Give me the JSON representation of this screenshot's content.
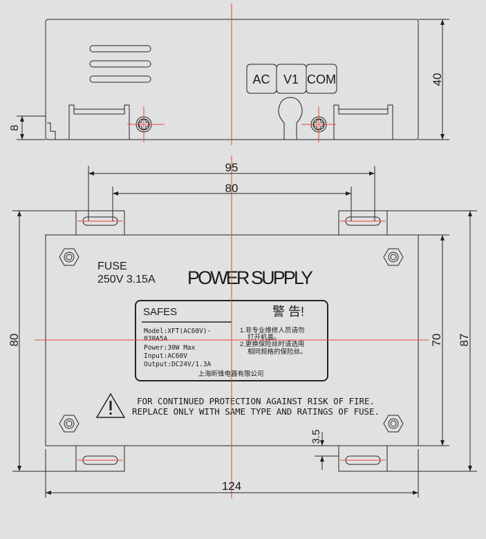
{
  "top_view": {
    "terminals": [
      "AC",
      "V1",
      "COM"
    ],
    "dim_height": "40",
    "dim_bracket": "8"
  },
  "bottom_view": {
    "fuse_line1": "FUSE",
    "fuse_line2": "250V 3.15A",
    "title": "POWER SUPPLY",
    "label": {
      "brand": "SAFES",
      "warning_title": "警  告!",
      "model_line1": "Model:XFT(AC60V)-",
      "model_line2": "030A5A",
      "power": "Power:30W Max",
      "input": "Input:AC60V",
      "output": "Output:DC24V/1.3A",
      "warn1a": "1.非专业维修人员请勿",
      "warn1b": "打开机盖。",
      "warn2a": "2.更换保险丝时请选用",
      "warn2b": "相同规格的保险丝。",
      "company": "上海昕锋电器有限公司"
    },
    "caution_line1": "FOR CONTINUED PROTECTION AGAINST RISK OF FIRE.",
    "caution_line2": "REPLACE ONLY WITH SAME TYPE AND RATINGS OF FUSE.",
    "dims": {
      "d95": "95",
      "d80h": "80",
      "d80v": "80",
      "d70": "70",
      "d87": "87",
      "d124": "124",
      "d35": "3.5"
    }
  }
}
